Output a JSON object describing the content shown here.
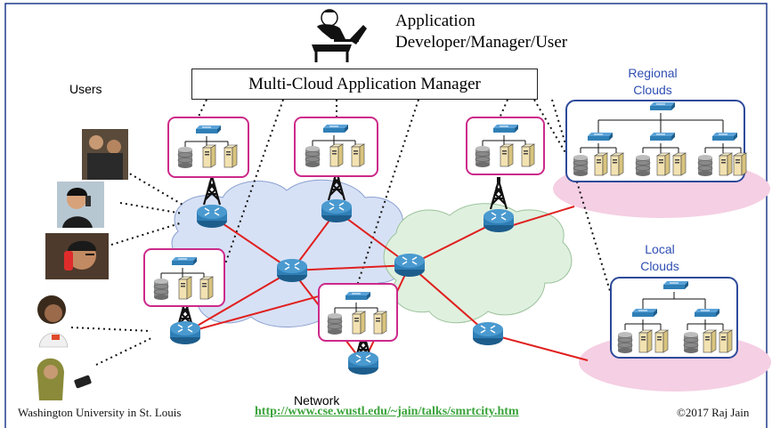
{
  "app": {
    "line1": "Application",
    "line2": "Developer/Manager/User"
  },
  "manager_label": "Multi-Cloud Application Manager",
  "users_label": "Users",
  "network_label": "Network",
  "regional": {
    "line1": "Regional",
    "line2": "Clouds"
  },
  "local": {
    "line1": "Local",
    "line2": "Clouds"
  },
  "footer": {
    "left": "Washington University in St. Louis",
    "link": "http://www.cse.wustl.edu/~jain/talks/smrtcity.htm",
    "right": "©2017 Raj Jain"
  },
  "colors": {
    "frame_border": "#1f3b8c",
    "edge_box_border": "#cc2a8a",
    "cloud_box_border": "#2d4a9a",
    "red_link": "#e0201f",
    "blue_cloud": "#d7e1f5",
    "green_cloud": "#dff0df",
    "pink_ellipse": "#f5cfe3",
    "router": "#2f7fb6",
    "label_blue": "#2f4fb2",
    "link_green": "#3aa33a"
  }
}
